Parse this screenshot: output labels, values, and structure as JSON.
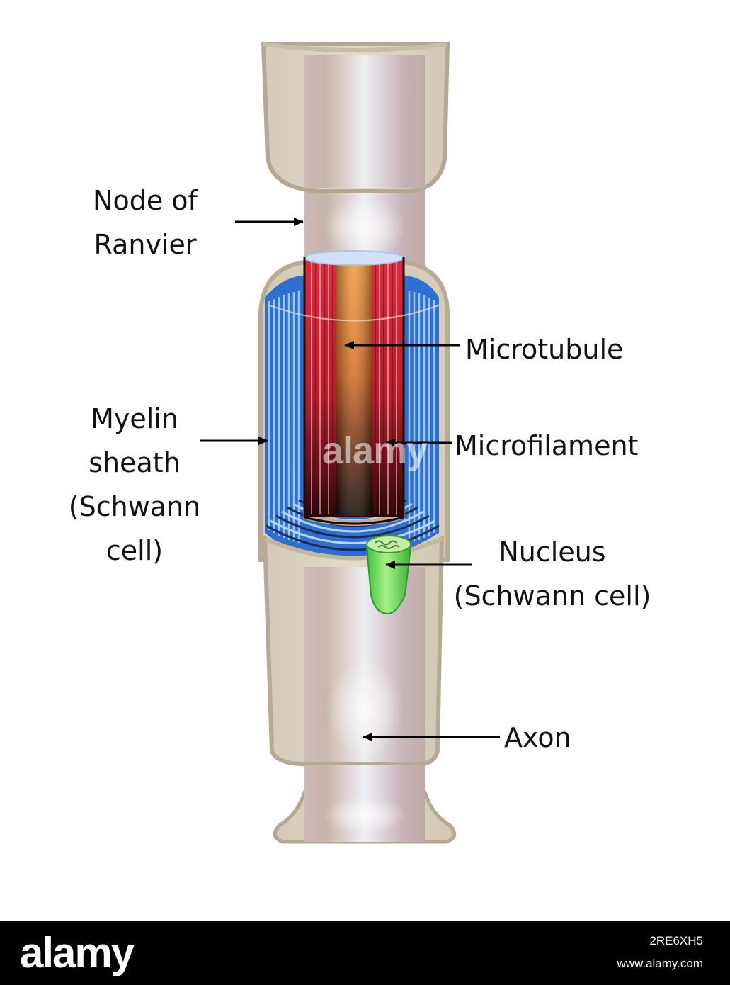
{
  "labels": {
    "node_of_ranvier": [
      "Node of",
      "Ranvier"
    ],
    "microtubule": "Microtubule",
    "myelin_sheath": [
      "Myelin",
      "sheath",
      "(Schwann",
      "cell)"
    ],
    "microfilament": "Microfilament",
    "nucleus": [
      "Nucleus",
      "(Schwann cell)"
    ],
    "axon": "Axon"
  },
  "watermark": "alamy",
  "footer": {
    "logo": "alamy",
    "image_id": "2RE6XH5",
    "url": "www.alamy.com"
  },
  "colors": {
    "sheath_outer": "#d8cfbd",
    "sheath_border": "#b9ad97",
    "myelin_blue": "#3b7fd6",
    "microfilament_red": "#d8283a",
    "microtubule_orange": "#f08a2a",
    "nucleus_green": "#7be06a",
    "axon_core": "#e9e6ef"
  }
}
